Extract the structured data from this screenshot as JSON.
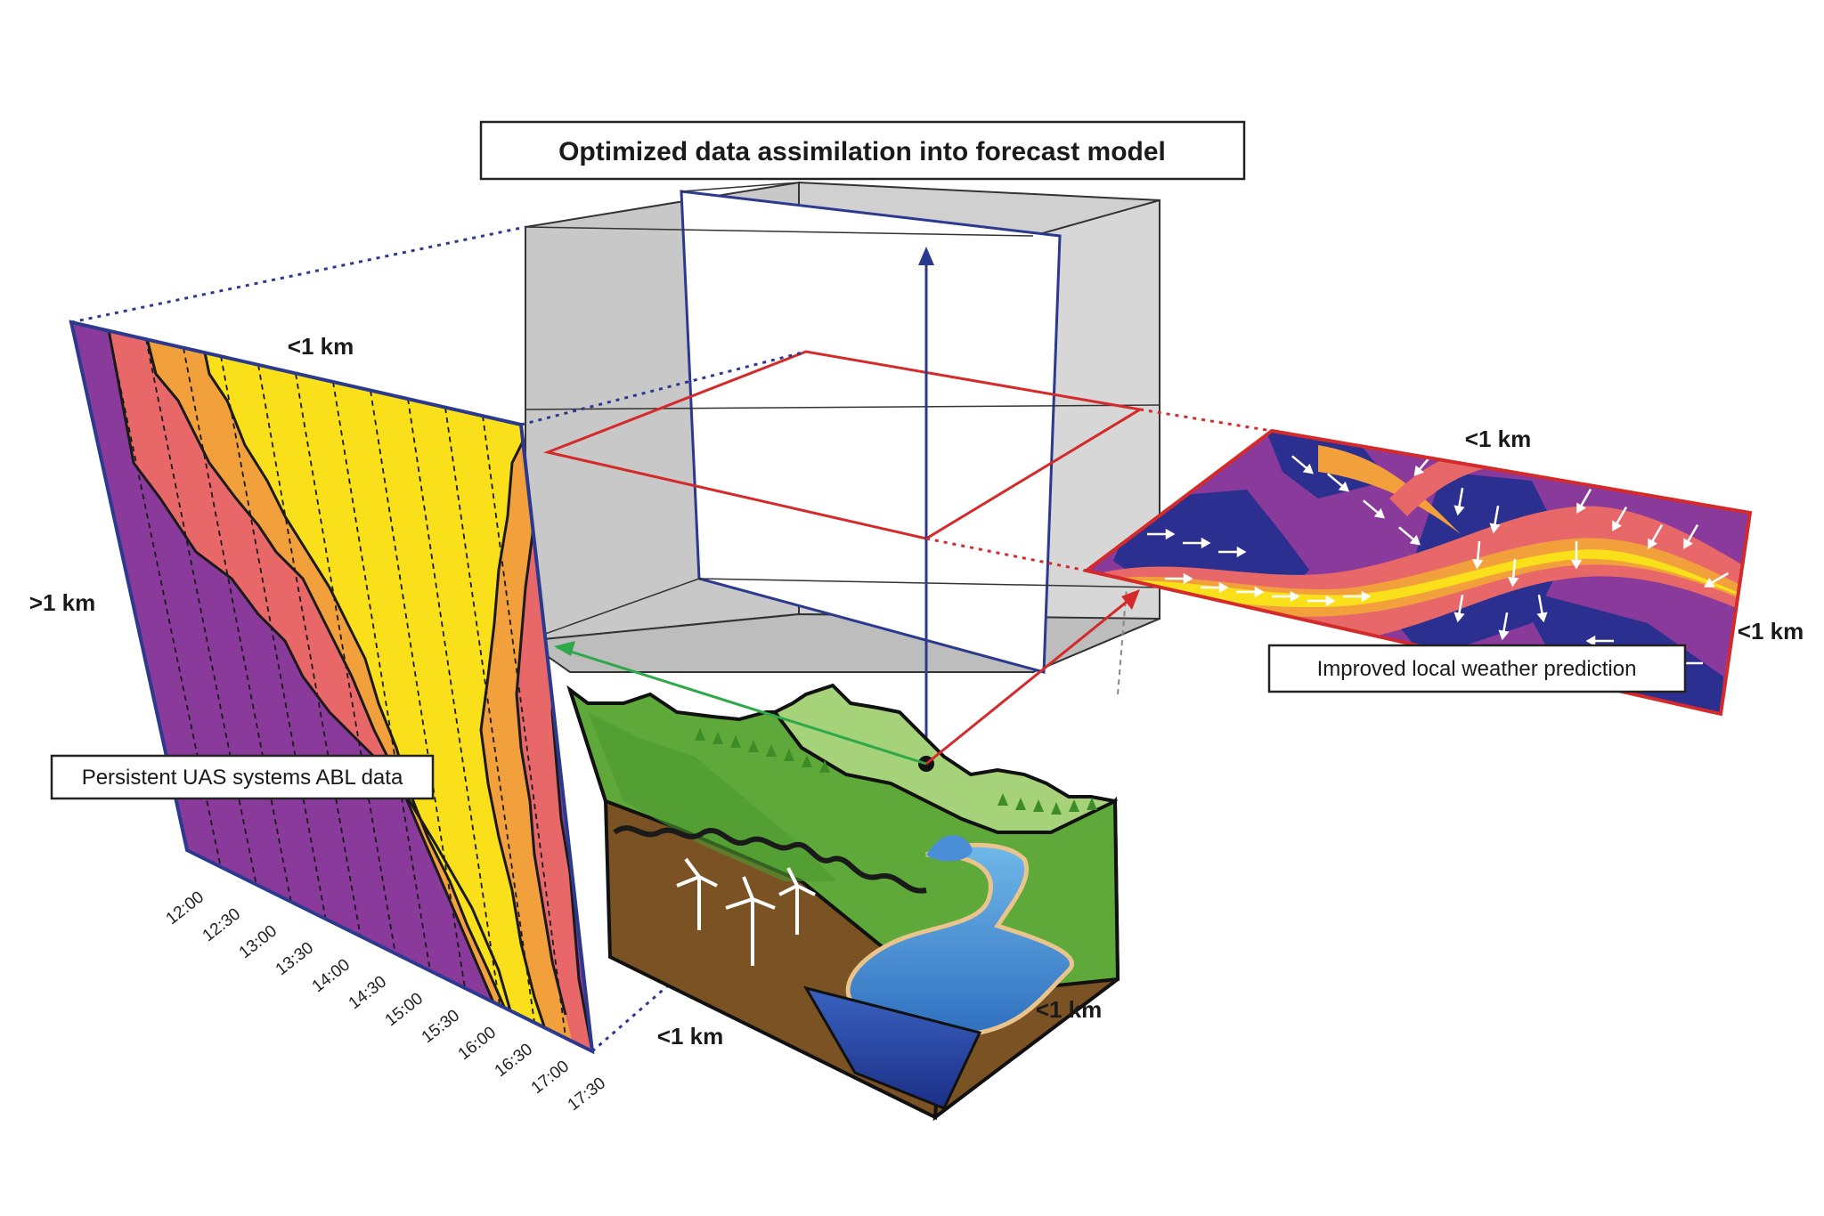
{
  "title": "Optimized data assimilation into forecast model",
  "left_panel": {
    "caption": "Persistent UAS systems ABL data",
    "top_scale": "<1 km",
    "side_scale": ">1 km",
    "time_ticks": [
      "12:00",
      "12:30",
      "13:00",
      "13:30",
      "14:00",
      "14:30",
      "15:00",
      "15:30",
      "16:00",
      "16:30",
      "17:00",
      "17:30"
    ]
  },
  "right_panel": {
    "caption": "Improved local weather prediction",
    "top_scale": "<1 km",
    "side_scale": "<1 km"
  },
  "terrain": {
    "front_scale": "<1 km",
    "side_scale": "<1 km"
  },
  "colors": {
    "purple": "#8a3a9a",
    "salmon": "#e8686a",
    "orange": "#f2a03c",
    "yellow": "#f9e01a",
    "navy": "#2b2f8f",
    "model_blue": "#2b3a8f",
    "model_red": "#d42a2a",
    "assim_green": "#2fa84a",
    "box_gray": "#cfcfcf"
  },
  "icons": [
    "wind-turbine-icon",
    "tree-icon",
    "sensor-point-icon"
  ]
}
